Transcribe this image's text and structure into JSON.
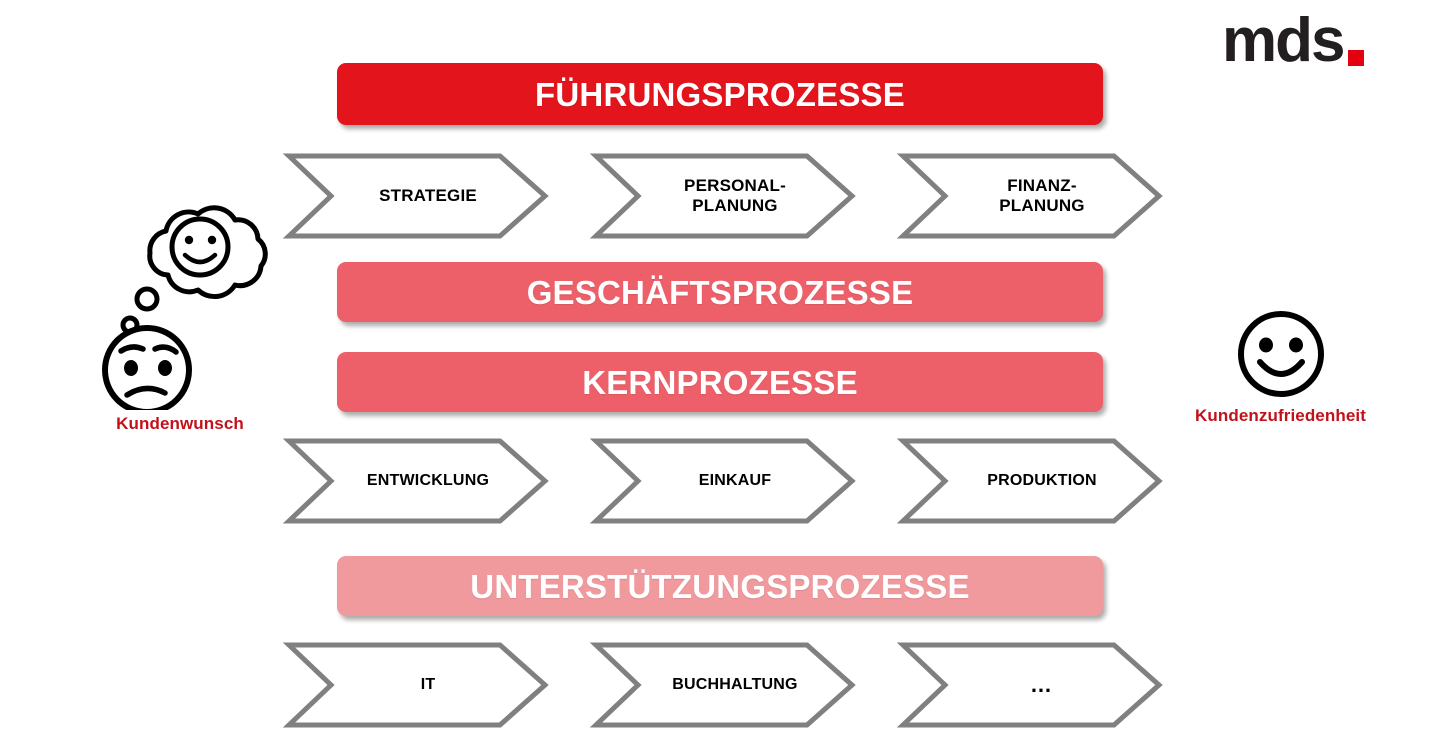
{
  "logo": {
    "word": "mds",
    "dot_color": "#e3000f"
  },
  "colors": {
    "band_leadership": "#e3141b",
    "band_business": "#ee6069",
    "band_core": "#ee6069",
    "band_support": "#f09a9e",
    "chevron_fill": "#ffffff",
    "chevron_stroke": "#808080",
    "caption_red": "#c1121c",
    "text_dark": "#000000"
  },
  "bands": [
    {
      "id": "fuehrung",
      "label": "FÜHRUNGSPROZESSE",
      "color": "#e3141b"
    },
    {
      "id": "geschaeft",
      "label": "GESCHÄFTSPROZESSE",
      "color": "#ee6069"
    },
    {
      "id": "kern",
      "label": "KERNPROZESSE",
      "color": "#ee6069"
    },
    {
      "id": "unterstuetzung",
      "label": "UNTERSTÜTZUNGSPROZESSE",
      "color": "#f09a9e"
    }
  ],
  "rows": {
    "leadership_processes": [
      {
        "line1": "STRATEGIE",
        "line2": ""
      },
      {
        "line1": "PERSONAL-",
        "line2": "PLANUNG"
      },
      {
        "line1": "FINANZ-",
        "line2": "PLANUNG"
      }
    ],
    "core_processes": [
      {
        "line1": "ENTWICKLUNG",
        "line2": ""
      },
      {
        "line1": "EINKAUF",
        "line2": ""
      },
      {
        "line1": "PRODUKTION",
        "line2": ""
      }
    ],
    "support_processes": [
      {
        "line1": "IT",
        "line2": ""
      },
      {
        "line1": "BUCHHALTUNG",
        "line2": ""
      },
      {
        "line1": "…",
        "line2": ""
      }
    ]
  },
  "side_figures": {
    "left": {
      "caption": "Kundenwunsch",
      "icon": "thinking-face-with-thought-bubble-smiley-icon"
    },
    "right": {
      "caption": "Kundenzufriedenheit",
      "icon": "smiley-face-icon"
    }
  }
}
